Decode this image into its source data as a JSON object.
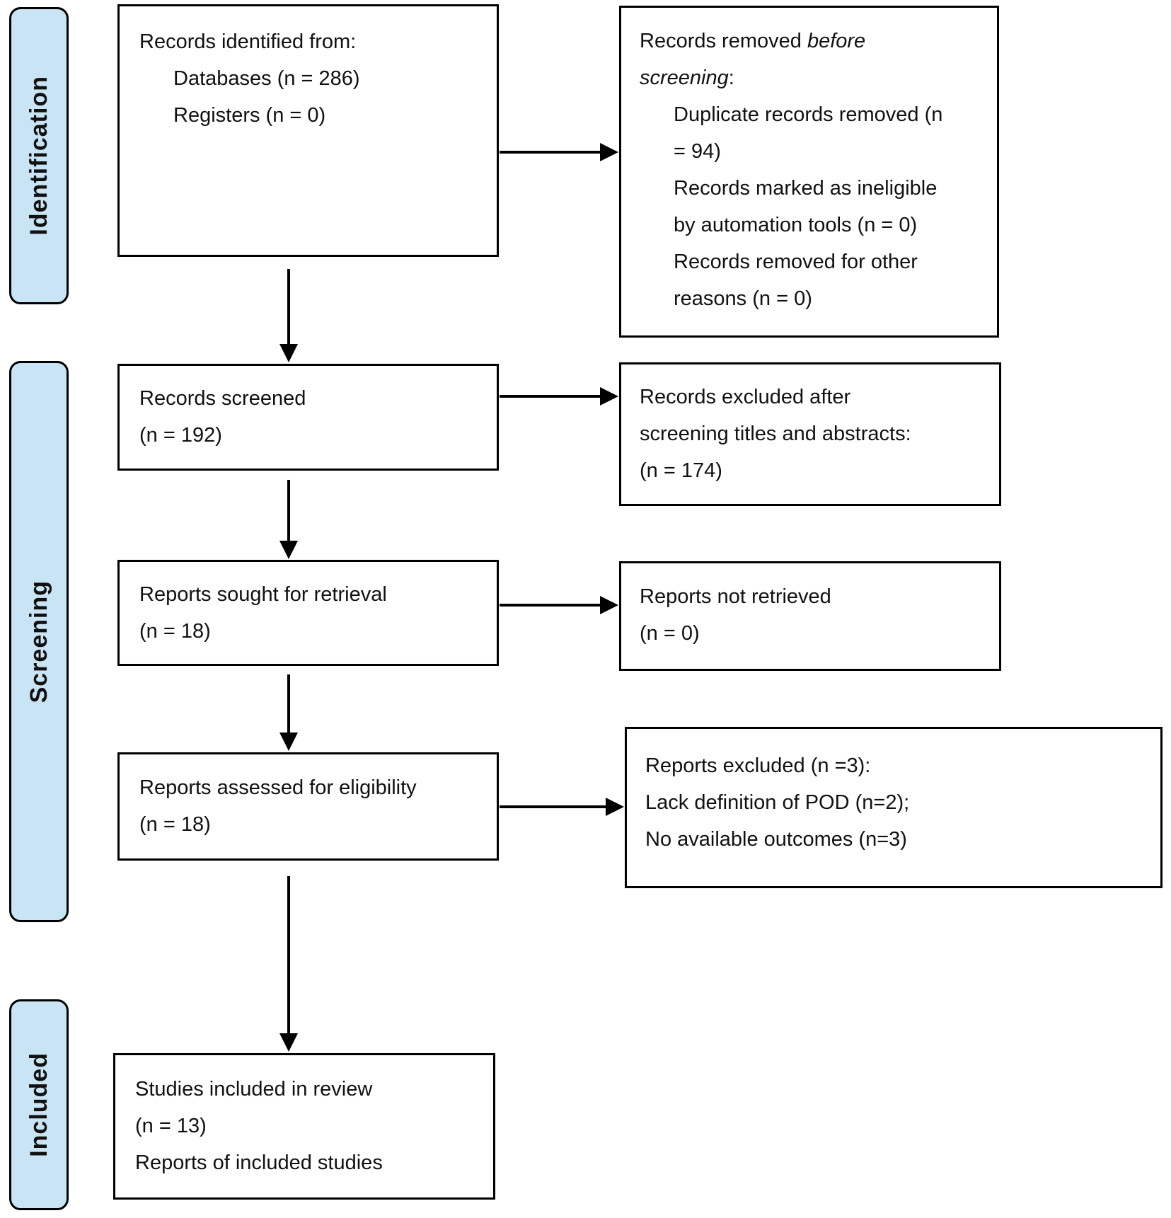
{
  "accent_color": "#c9e4f4",
  "stages": [
    {
      "label": "Identification"
    },
    {
      "label": "Screening"
    },
    {
      "label": "Included"
    }
  ],
  "boxes": {
    "identified": {
      "lines": [
        "Records identified from:",
        "Databases (n = 286)",
        "Registers (n = 0)"
      ]
    },
    "removed": {
      "line1_normal": "Records removed ",
      "line1_italic": "before",
      "line2_italic": "screening",
      "line2_suffix": ":",
      "items": [
        "Duplicate records removed (n",
        "= 94)",
        "Records marked as ineligible",
        "by automation tools (n = 0)",
        "Records removed for other",
        "reasons (n = 0)"
      ]
    },
    "screened": {
      "lines": [
        "Records screened",
        "(n = 192)"
      ]
    },
    "excluded_screening": {
      "lines": [
        "Records excluded after",
        "screening titles and abstracts:",
        "(n = 174)"
      ]
    },
    "sought": {
      "lines": [
        "Reports sought for retrieval",
        "(n = 18)"
      ]
    },
    "not_retrieved": {
      "lines": [
        "Reports not retrieved",
        "(n = 0)"
      ]
    },
    "assessed": {
      "lines": [
        "Reports assessed for eligibility",
        "(n = 18)"
      ]
    },
    "excluded_reports": {
      "lines": [
        "Reports excluded (n =3):",
        "Lack definition of POD (n=2);",
        "No available outcomes (n=3)"
      ]
    },
    "included": {
      "lines": [
        "Studies included in review",
        "(n = 13)",
        "Reports of included studies"
      ]
    }
  }
}
